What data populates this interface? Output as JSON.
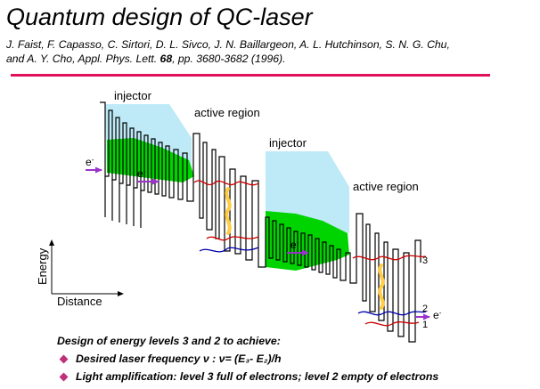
{
  "header": {
    "title": "Quantum design of QC-laser",
    "authors_line1": "J. Faist, F. Capasso, C. Sirtori, D. L. Sivco, J. N. Baillargeon, A. L. Hutchinson, S. N. G. Chu,",
    "authors_line2_pre": "and A. Y. Cho, Appl. Phys. Lett.",
    "volume": "68",
    "authors_line2_post": ", pp. 3680-3682 (1996)."
  },
  "diagram": {
    "labels": {
      "injector": "injector",
      "active_region": "active region",
      "energy_axis": "Energy",
      "distance_axis": "Distance",
      "electron": "e",
      "electron_charge": "-",
      "level_3": "3",
      "level_2": "2",
      "level_1": "1"
    },
    "colors": {
      "injector_fill": "#00d400",
      "injector_halo": "#bdeaf6",
      "level_3_line": "#cc0000",
      "level_2_line": "#0000aa",
      "photon": "#ffcc44",
      "electron_arrow": "#9933cc",
      "accent_rule": "#e0105a"
    }
  },
  "footer": {
    "heading": "Design of energy levels  3 and 2 to achieve:",
    "bullets": [
      "Desired laser frequency ν :     ν= (E₃- E₂)/h",
      "Light amplification: level 3 full of electrons; level 2 empty of electrons"
    ]
  }
}
